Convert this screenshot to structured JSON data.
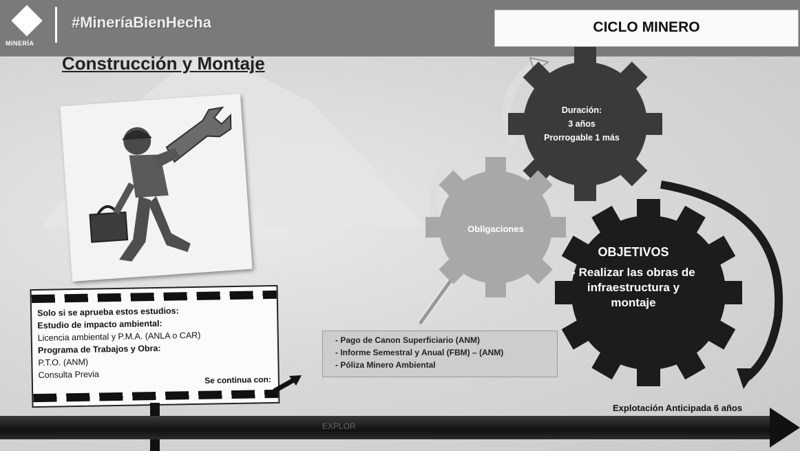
{
  "header": {
    "logo_label": "MINERÍA",
    "hashtag": "#MineríaBienHecha",
    "title": "CICLO MINERO"
  },
  "section_title": "Construcción y Montaje",
  "sign": {
    "lines": [
      {
        "text": "Solo si se aprueba estos estudios:",
        "bold": true
      },
      {
        "text": "Estudio de impacto ambiental:",
        "bold": true
      },
      {
        "text": "Licencia ambiental y P.M.A. (ANLA o CAR)",
        "bold": false
      },
      {
        "text": "Programa de Trabajos y Obra:",
        "bold": true
      },
      {
        "text": "P.T.O. (ANM)",
        "bold": false
      },
      {
        "text": "Consulta Previa",
        "bold": false
      }
    ],
    "continue_label": "Se continua con:"
  },
  "gears": {
    "duration": {
      "title": "Duración:",
      "line1": "3 años",
      "line2": "Prorrogable 1 más"
    },
    "obligations": {
      "title": "Obligaciones"
    },
    "objectives": {
      "title": "OBJETIVOS",
      "text": "- Realizar las obras de infraestructura y montaje"
    }
  },
  "obligations_list": [
    "Pago de Canon Superficiario (ANM)",
    "Informe Semestral y Anual (FBM) – (ANM)",
    "Póliza Minero Ambiental"
  ],
  "timeline": {
    "label": "Explotación Anticipada 6 años",
    "center_text": "EXPLOR"
  },
  "icons": {
    "logo": "diamond-logo-icon",
    "worker": "worker-with-wrench-icon",
    "cycle_arrows": "circular-arrow-icon",
    "gear": "gear-icon"
  },
  "colors": {
    "header_bg": "#7a7a7a",
    "gear_dark": "#1c1c1c",
    "gear_mid": "#3a3a3a",
    "gear_light": "#a8a8a8"
  }
}
